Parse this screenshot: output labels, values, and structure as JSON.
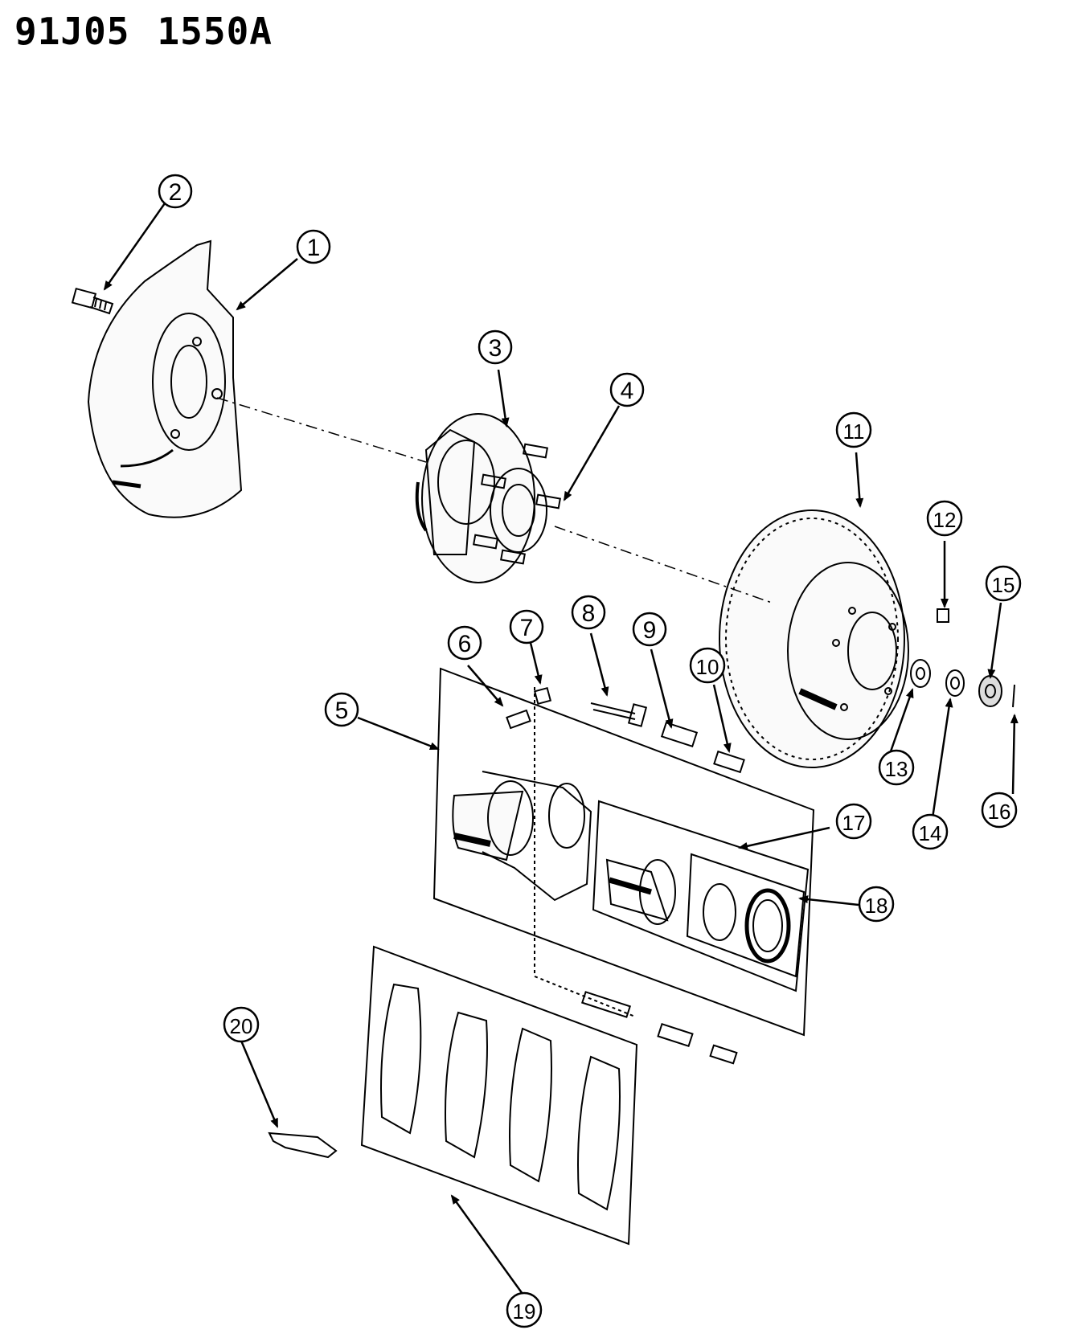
{
  "header": {
    "code": "91J05",
    "number": "1550A"
  },
  "callouts": [
    "1",
    "2",
    "3",
    "4",
    "5",
    "6",
    "7",
    "8",
    "9",
    "10",
    "11",
    "12",
    "13",
    "14",
    "15",
    "16",
    "17",
    "18",
    "19",
    "20"
  ],
  "colors": {
    "ink": "#000000",
    "paper": "#ffffff"
  }
}
